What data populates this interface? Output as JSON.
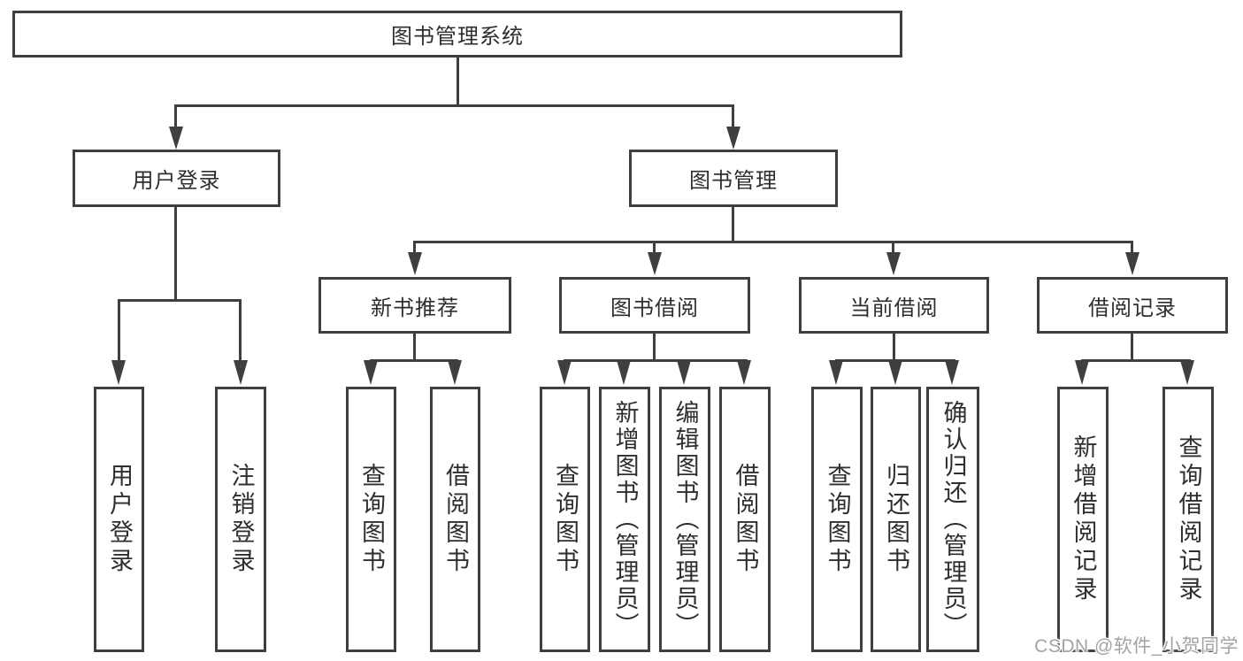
{
  "colors": {
    "line": "#3f3f3f",
    "text": "#2e2e2e",
    "background": "#ffffff",
    "watermark_text": "#a3a3a3"
  },
  "diagram": {
    "root": {
      "label": "图书管理系统"
    },
    "branches": [
      {
        "label": "用户登录",
        "children": [
          {
            "label": "用户登录"
          },
          {
            "label": "注销登录"
          }
        ]
      },
      {
        "label": "图书管理",
        "children": [
          {
            "label": "新书推荐",
            "children": [
              {
                "label": "查询图书"
              },
              {
                "label": "借阅图书"
              }
            ]
          },
          {
            "label": "图书借阅",
            "children": [
              {
                "label": "查询图书"
              },
              {
                "label": "新增图书（管理员）"
              },
              {
                "label": "编辑图书（管理员）"
              },
              {
                "label": "借阅图书"
              }
            ]
          },
          {
            "label": "当前借阅",
            "children": [
              {
                "label": "查询图书"
              },
              {
                "label": "归还图书"
              },
              {
                "label": "确认归还（管理员）"
              }
            ]
          },
          {
            "label": "借阅记录",
            "children": [
              {
                "label": "新增借阅记录"
              },
              {
                "label": "查询借阅记录"
              }
            ]
          }
        ]
      }
    ]
  },
  "watermark": {
    "text": "CSDN @软件_小贺同学"
  }
}
